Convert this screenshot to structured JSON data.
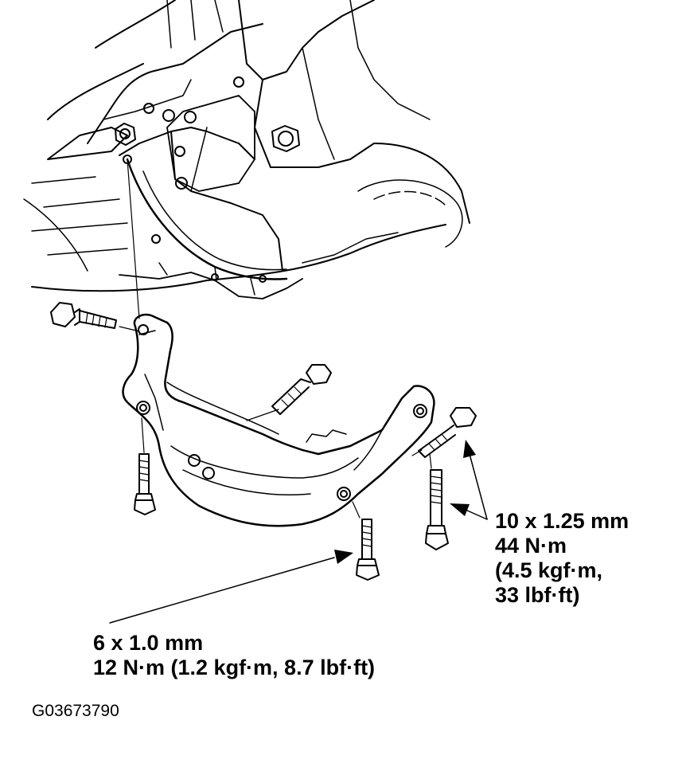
{
  "callouts": {
    "large_bolt": {
      "size": "10 x 1.25 mm",
      "torque_nm": "44 N·m",
      "torque_kgf": "(4.5 kgf·m,",
      "torque_lbf": "33 lbf·ft)"
    },
    "small_bolt": {
      "size": "6 x 1.0 mm",
      "torque": "12 N·m (1.2 kgf·m, 8.7 lbf·ft)"
    }
  },
  "figure_id": "G03673790",
  "colors": {
    "line": "#000000",
    "background": "#ffffff"
  }
}
